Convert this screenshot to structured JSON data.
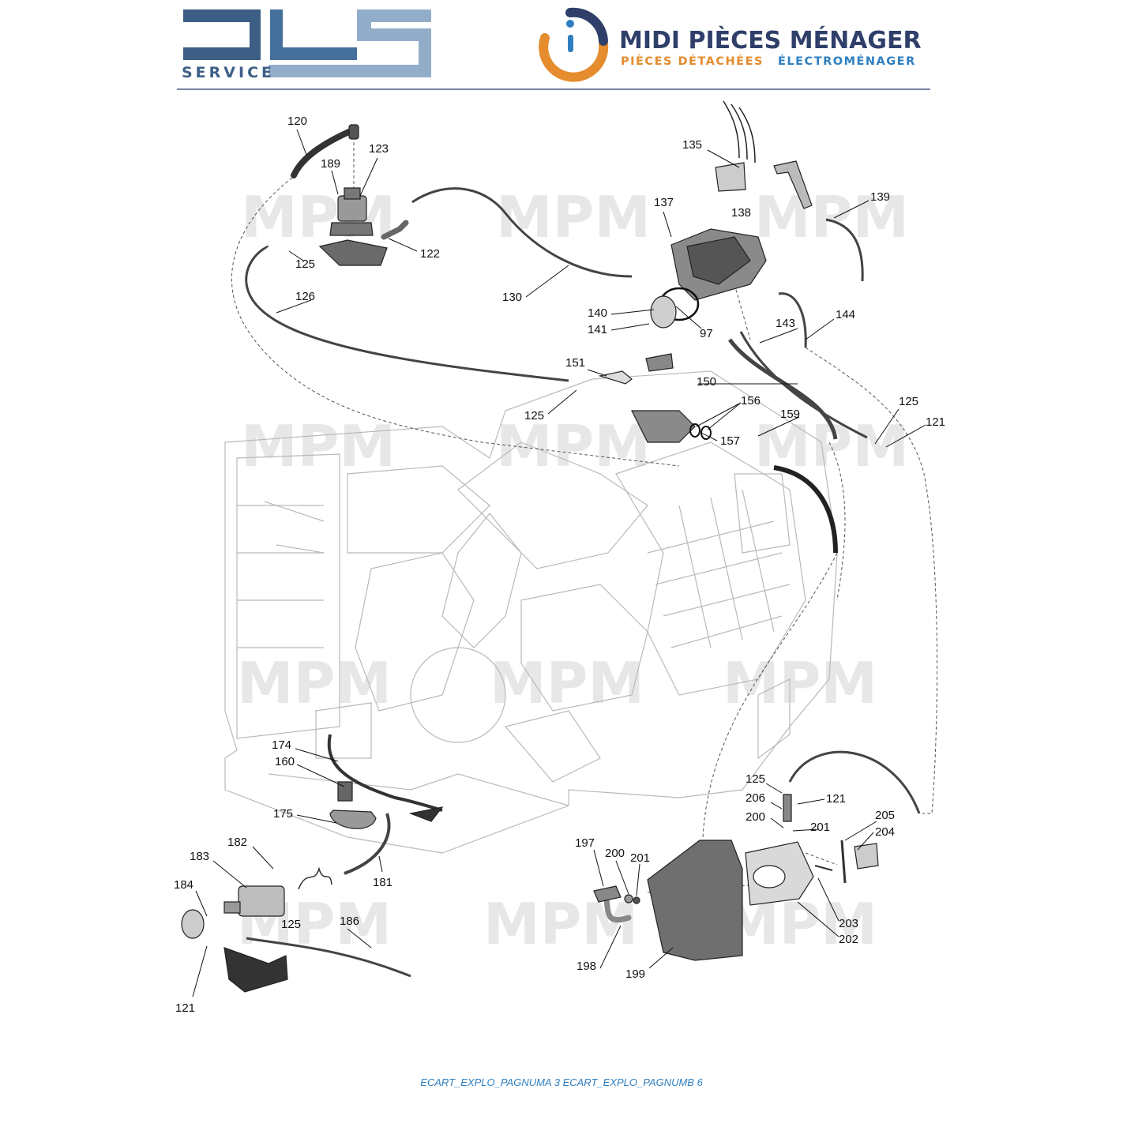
{
  "header": {
    "logo_left": {
      "name": "JLS",
      "subtitle": "SERVICE",
      "color": "#3d5f86"
    },
    "logo_right": {
      "title": "MIDI PIÈCES MÉNAGER",
      "subtitle_part1": "PIÈCES DÉTACHÉES",
      "subtitle_part2": "ÉLECTROMÉNAGER",
      "title_color": "#2f3f6a",
      "accent_color": "#e48c2e",
      "blue_color": "#2f7fc0"
    },
    "divider_color": "#2f3f6a"
  },
  "diagram": {
    "watermark": "MPM",
    "labels": [
      "120",
      "123",
      "189",
      "122",
      "125",
      "126",
      "130",
      "135",
      "137",
      "138",
      "139",
      "140",
      "141",
      "97",
      "143",
      "144",
      "151",
      "150",
      "156",
      "159",
      "157",
      "125",
      "121",
      "125",
      "174",
      "160",
      "175",
      "182",
      "183",
      "184",
      "181",
      "125",
      "186",
      "121",
      "197",
      "200",
      "201",
      "198",
      "199",
      "125",
      "206",
      "121",
      "200",
      "201",
      "205",
      "204",
      "203",
      "202"
    ]
  },
  "footer": {
    "text": "ECART_EXPLO_PAGNUMA 3 ECART_EXPLO_PAGNUMB 6",
    "color": "#2f7fc0"
  }
}
